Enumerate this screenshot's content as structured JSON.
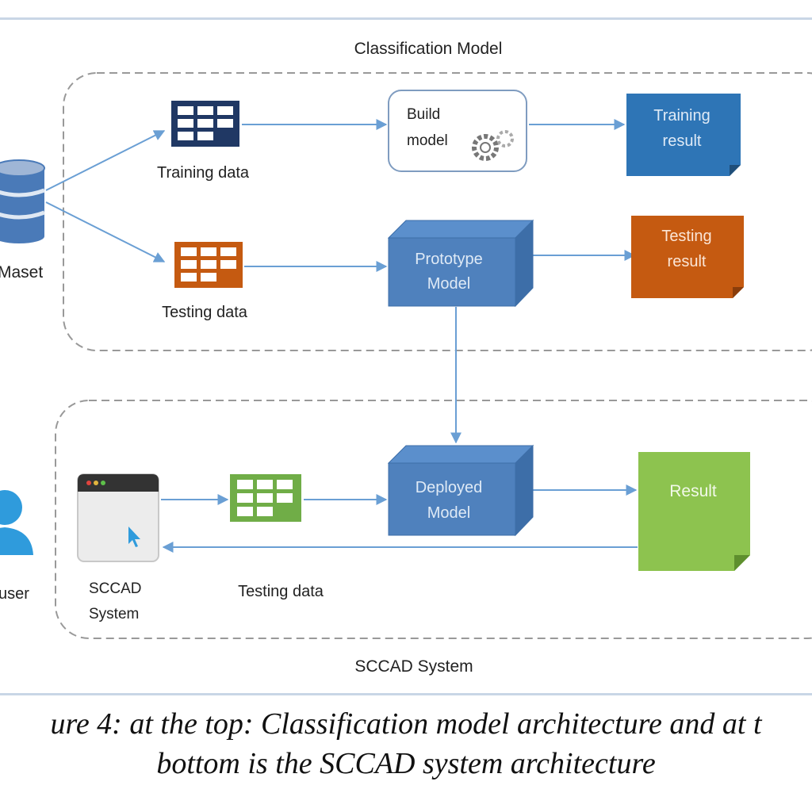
{
  "top_section": {
    "title": "Classification Model",
    "dataset_label": "Maset",
    "training_data_label": "Training data",
    "testing_data_label": "Testing data",
    "build_model_line1": "Build",
    "build_model_line2": "model",
    "prototype_line1": "Prototype",
    "prototype_line2": "Model",
    "training_result_line1": "Training",
    "training_result_line2": "result",
    "testing_result_line1": "Testing",
    "testing_result_line2": "result"
  },
  "bottom_section": {
    "title": "SCCAD System",
    "user_label": "user",
    "system_line1": "SCCAD",
    "system_line2": "System",
    "testing_data_label": "Testing data",
    "deployed_line1": "Deployed",
    "deployed_line2": "Model",
    "result_label": "Result"
  },
  "caption": {
    "line1": "ure 4: at the top: Classification model architecture and at t",
    "line2": "bottom is the SCCAD system architecture"
  },
  "colors": {
    "navy": "#203864",
    "orange": "#c55a11",
    "green": "#70ad47",
    "blue": "#4f81bd",
    "dark_blue": "#2e75b6",
    "arrow": "#6a9fd4"
  }
}
